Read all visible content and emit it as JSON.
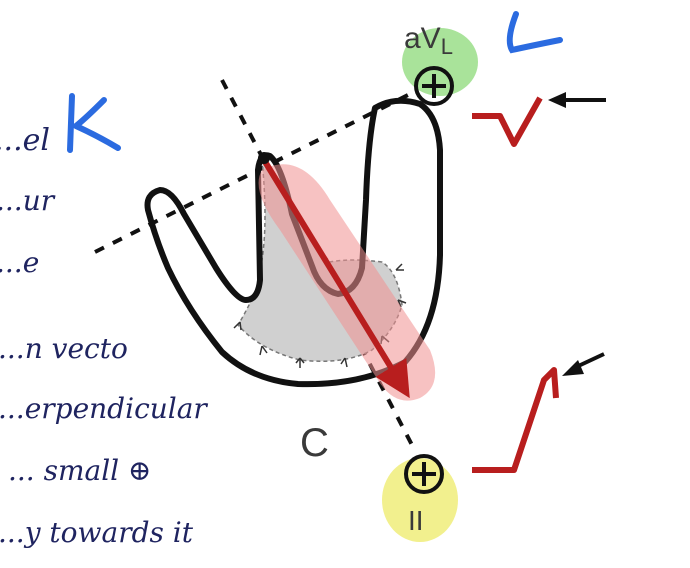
{
  "leads": {
    "avl": {
      "label": "aV",
      "sub": "L",
      "polarity": "+",
      "highlight_color": "#a9e39a"
    },
    "ii": {
      "label": "II",
      "polarity": "+",
      "highlight_color": "#f2f08e"
    }
  },
  "panel_label": "C",
  "handwritten": {
    "mark_k": "K",
    "mark_check": "✓",
    "notes": [
      "...el",
      "...ur",
      "...e",
      "...n vecto",
      "...erpendicular",
      "... small ⊕",
      "...y towards it"
    ]
  },
  "colors": {
    "vector": "#b81e1e",
    "vector_glow": "#f08f8f",
    "waveform": "#b81e1e",
    "ink": "#111111",
    "handwriting_blue": "#2b6be0",
    "handwriting_navy": "#1f2460"
  },
  "icons": [
    "plus-circle-icon",
    "arrow-left-icon"
  ]
}
